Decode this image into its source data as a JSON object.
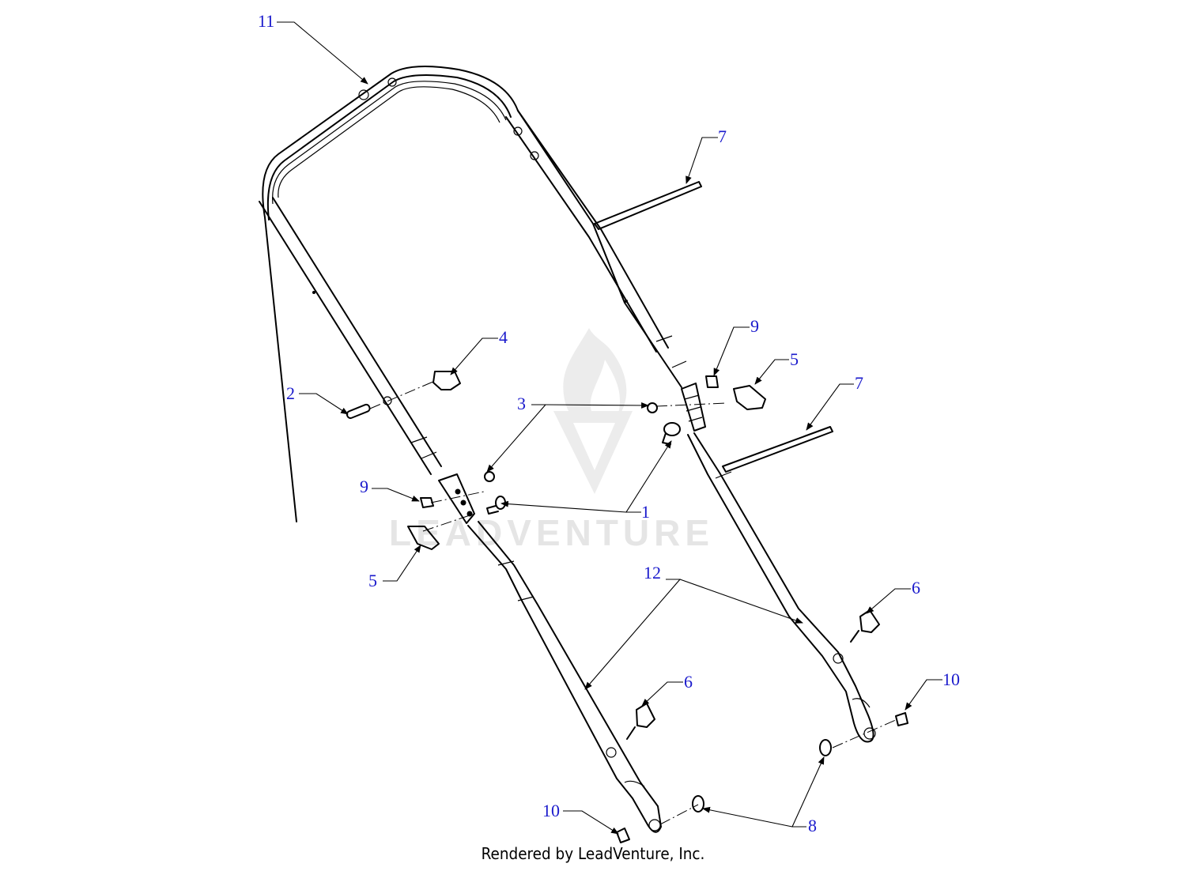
{
  "watermark": {
    "logo": "leadventure-logo",
    "text": "LEADVENTURE"
  },
  "callouts": {
    "c1": "1",
    "c2": "2",
    "c3": "3",
    "c4": "4",
    "c5a": "5",
    "c5b": "5",
    "c6a": "6",
    "c6b": "6",
    "c7a": "7",
    "c7b": "7",
    "c8": "8",
    "c9a": "9",
    "c9b": "9",
    "c10a": "10",
    "c10b": "10",
    "c11": "11",
    "c12": "12"
  },
  "footer": {
    "credit": "Rendered by LeadVenture, Inc."
  },
  "colors": {
    "callout": "#1a1acc",
    "line": "#000000",
    "watermark": "#e5e5e5"
  }
}
